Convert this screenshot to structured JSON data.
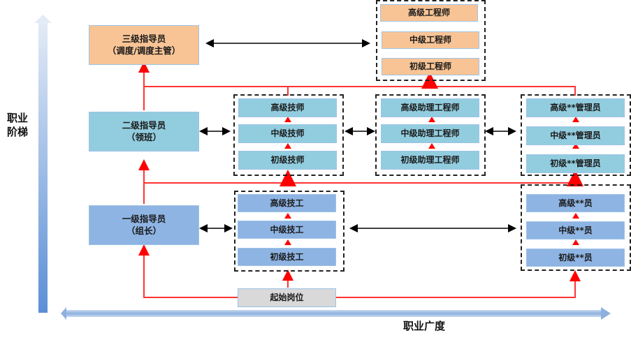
{
  "axes": {
    "vertical_label_line1": "职业",
    "vertical_label_line2": "阶梯",
    "horizontal_label": "职业广度"
  },
  "mentor_levels": [
    {
      "title": "三级指导员",
      "subtitle": "（调度/调度主管）",
      "color": "#f8c495"
    },
    {
      "title": "二级指导员",
      "subtitle": "（领班）",
      "color": "#92cddf"
    },
    {
      "title": "一级指导员",
      "subtitle": "（组长）",
      "color": "#8eb4e3"
    }
  ],
  "tracks": {
    "engineer": [
      "高级工程师",
      "中级工程师",
      "初级工程师"
    ],
    "technician": [
      "高级技师",
      "中级技师",
      "初级技师"
    ],
    "assistant_engineer": [
      "高级助理工程师",
      "中级助理工程师",
      "初级助理工程师"
    ],
    "manager": [
      "高级**管理员",
      "中级**管理员",
      "初级**管理员"
    ],
    "worker": [
      "高级技工",
      "中级技工",
      "初级技工"
    ],
    "staff": [
      "高级**员",
      "中级**员",
      "初级**员"
    ]
  },
  "start": "起始岗位",
  "colors": {
    "promotion_arrow": "#ff0000",
    "lateral_arrow": "#000000",
    "axis_arrow": "#8eb4e3"
  }
}
